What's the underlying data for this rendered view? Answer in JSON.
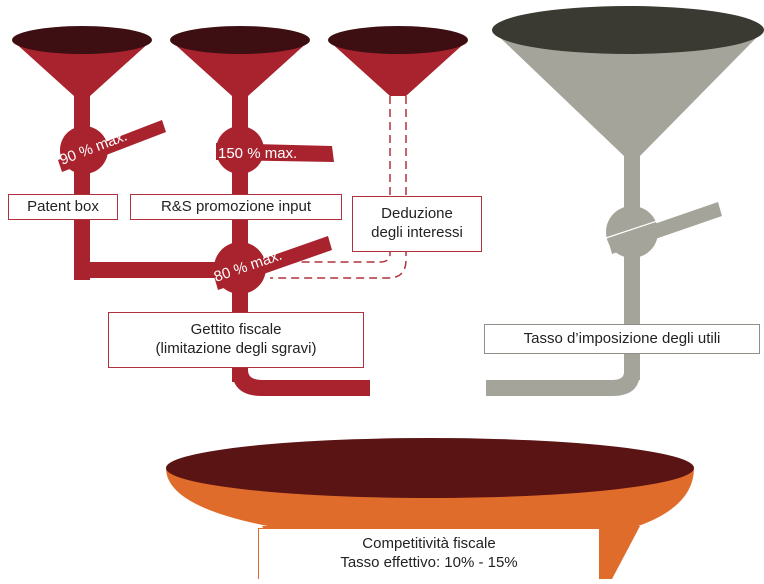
{
  "funnels": {
    "patent_box": {
      "label": "Patent box",
      "valve": "90 % max."
    },
    "rs": {
      "label": "R&S promozione input",
      "valve": "150 % max."
    },
    "deduzione": {
      "label_line1": "Deduzione",
      "label_line2": "degli interessi"
    },
    "gettito": {
      "label_line1": "Gettito fiscale",
      "label_line2": "(limitazione degli sgravi)",
      "valve": "80 % max."
    },
    "tasso_utili": {
      "label": "Tasso d’imposizione degli utili"
    },
    "result": {
      "label_line1": "Competitività fiscale",
      "label_line2": "Tasso effettivo: 10% - 15%"
    }
  },
  "colors": {
    "red": "#a8232d",
    "red_dark_interior": "#3d0e12",
    "gray": "#a5a49b",
    "gray_dark_interior": "#3a3a32",
    "orange": "#e06c2c",
    "orange_interior": "#5a1414"
  },
  "icons": [
    "funnel-icon",
    "valve-icon",
    "pipe-icon"
  ]
}
